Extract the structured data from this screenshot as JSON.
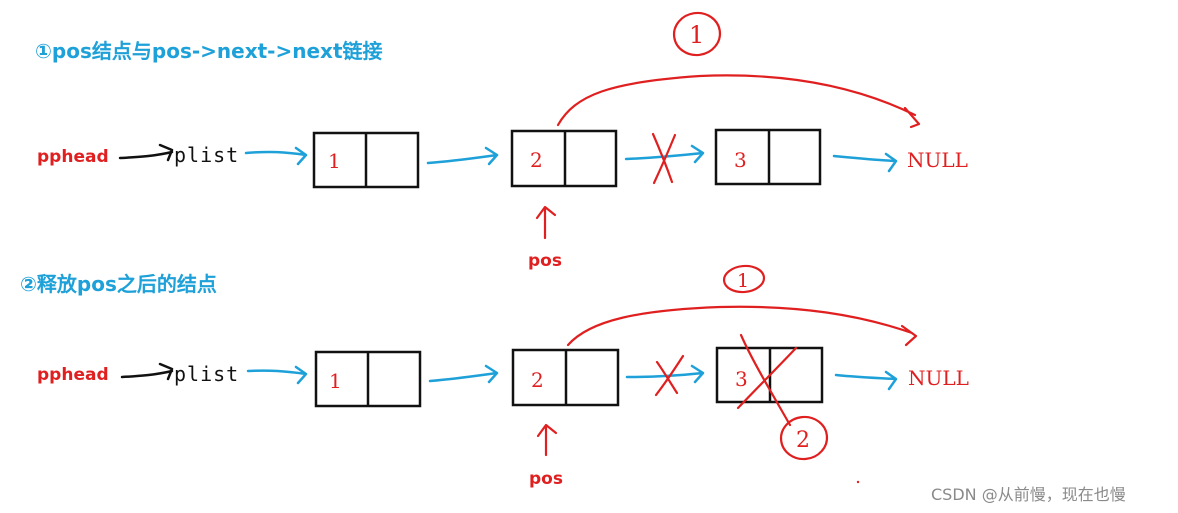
{
  "headings": {
    "step1": "①pos结点与pos->next->next链接",
    "step2": "②释放pos之后的结点"
  },
  "labels": {
    "pphead": "pphead",
    "plist": "plist",
    "pos": "pos",
    "null": "NULL"
  },
  "nodes": [
    "1",
    "2",
    "3"
  ],
  "annotations": {
    "circle1": "1",
    "circle2": "2"
  },
  "watermark": "CSDN @从前慢，现在也慢",
  "colors": {
    "heading": "#1ea0d8",
    "arrow": "#1ea0d8",
    "ink": "#e02020",
    "box": "#111111"
  }
}
